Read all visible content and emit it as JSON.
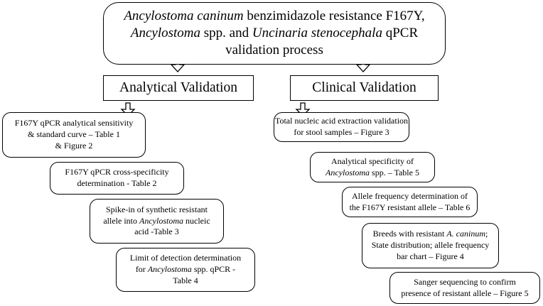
{
  "title": {
    "segments": [
      {
        "text": "Ancylostoma caninum",
        "italic": true
      },
      {
        "text": " benzimidazole resistance F167Y,",
        "italic": false
      },
      {
        "text": "\n",
        "italic": false
      },
      {
        "text": "Ancylostoma",
        "italic": true
      },
      {
        "text": " spp. and ",
        "italic": false
      },
      {
        "text": "Uncinaria stenocephala",
        "italic": true
      },
      {
        "text": " qPCR",
        "italic": false
      },
      {
        "text": "\n",
        "italic": false
      },
      {
        "text": "validation process",
        "italic": false
      }
    ]
  },
  "analytical": {
    "header": "Analytical Validation",
    "boxes": [
      {
        "segments": [
          {
            "text": "F167Y qPCR analytical sensitivity",
            "italic": false
          },
          {
            "text": "\n",
            "italic": false
          },
          {
            "text": "& standard curve – Table 1",
            "italic": false
          },
          {
            "text": "\n",
            "italic": false
          },
          {
            "text": "& Figure 2",
            "italic": false
          }
        ]
      },
      {
        "segments": [
          {
            "text": "F167Y qPCR cross-specificity",
            "italic": false
          },
          {
            "text": "\n",
            "italic": false
          },
          {
            "text": "determination - Table 2",
            "italic": false
          }
        ]
      },
      {
        "segments": [
          {
            "text": "Spike-in of synthetic resistant",
            "italic": false
          },
          {
            "text": "\n",
            "italic": false
          },
          {
            "text": "allele into ",
            "italic": false
          },
          {
            "text": "Ancylostoma",
            "italic": true
          },
          {
            "text": " nucleic",
            "italic": false
          },
          {
            "text": "\n",
            "italic": false
          },
          {
            "text": "acid -Table 3",
            "italic": false
          }
        ]
      },
      {
        "segments": [
          {
            "text": "Limit of detection determination",
            "italic": false
          },
          {
            "text": "\n",
            "italic": false
          },
          {
            "text": "for ",
            "italic": false
          },
          {
            "text": "Ancylostoma",
            "italic": true
          },
          {
            "text": " spp. qPCR -",
            "italic": false
          },
          {
            "text": "\n",
            "italic": false
          },
          {
            "text": "Table 4",
            "italic": false
          }
        ]
      }
    ]
  },
  "clinical": {
    "header": "Clinical Validation",
    "boxes": [
      {
        "segments": [
          {
            "text": "Total nucleic acid extraction validation",
            "italic": false
          },
          {
            "text": "\n",
            "italic": false
          },
          {
            "text": "for stool samples – Figure 3",
            "italic": false
          }
        ]
      },
      {
        "segments": [
          {
            "text": "Analytical specificity of",
            "italic": false
          },
          {
            "text": "\n",
            "italic": false
          },
          {
            "text": "Ancylostoma",
            "italic": true
          },
          {
            "text": " spp. – Table 5",
            "italic": false
          }
        ]
      },
      {
        "segments": [
          {
            "text": "Allele frequency determination of",
            "italic": false
          },
          {
            "text": "\n",
            "italic": false
          },
          {
            "text": "the F167Y resistant allele – Table 6",
            "italic": false
          }
        ]
      },
      {
        "segments": [
          {
            "text": "Breeds with resistant ",
            "italic": false
          },
          {
            "text": "A. caninum",
            "italic": true
          },
          {
            "text": ";",
            "italic": false
          },
          {
            "text": "\n",
            "italic": false
          },
          {
            "text": "State distribution; allele frequency",
            "italic": false
          },
          {
            "text": "\n",
            "italic": false
          },
          {
            "text": "bar chart – Figure 4",
            "italic": false
          }
        ]
      },
      {
        "segments": [
          {
            "text": "Sanger sequencing to confirm",
            "italic": false
          },
          {
            "text": "\n",
            "italic": false
          },
          {
            "text": "presence of resistant allele – Figure 5",
            "italic": false
          }
        ]
      }
    ]
  }
}
